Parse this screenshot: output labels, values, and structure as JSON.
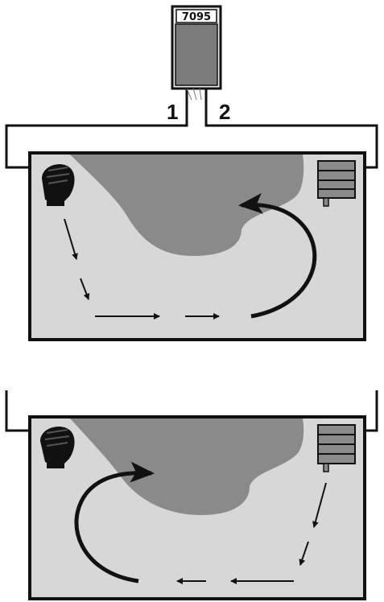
{
  "device": {
    "code": "7095"
  },
  "pipes": {
    "label_1": "1",
    "label_2": "2"
  },
  "colors": {
    "tank_fill": "#d7d7d7",
    "blob_fill": "#8a8a8a",
    "outline": "#111111",
    "background": "#ffffff"
  },
  "icons": {
    "top_left": "fan-icon",
    "top_right": "heater-icon",
    "bottom_left": "fan-icon",
    "bottom_right": "heater-icon"
  }
}
